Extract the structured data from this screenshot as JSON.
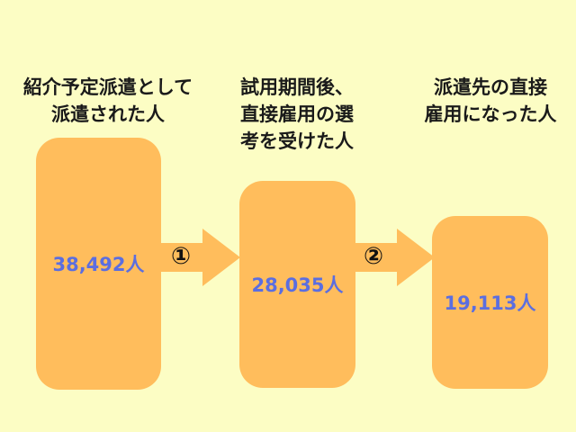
{
  "stages": [
    {
      "label": "紹介予定派遣として\n派遣された人",
      "value": "38,492人"
    },
    {
      "label": "試用期間後、\n直接雇用の選\n考を受けた人",
      "value": "28,035人"
    },
    {
      "label": "派遣先の直接\n雇用になった人",
      "value": "19,113人"
    }
  ],
  "steps": [
    "①",
    "②"
  ],
  "colors": {
    "background": "#FCFDC4",
    "box": "#FFBD5C",
    "value_text": "#5B6EE0"
  }
}
